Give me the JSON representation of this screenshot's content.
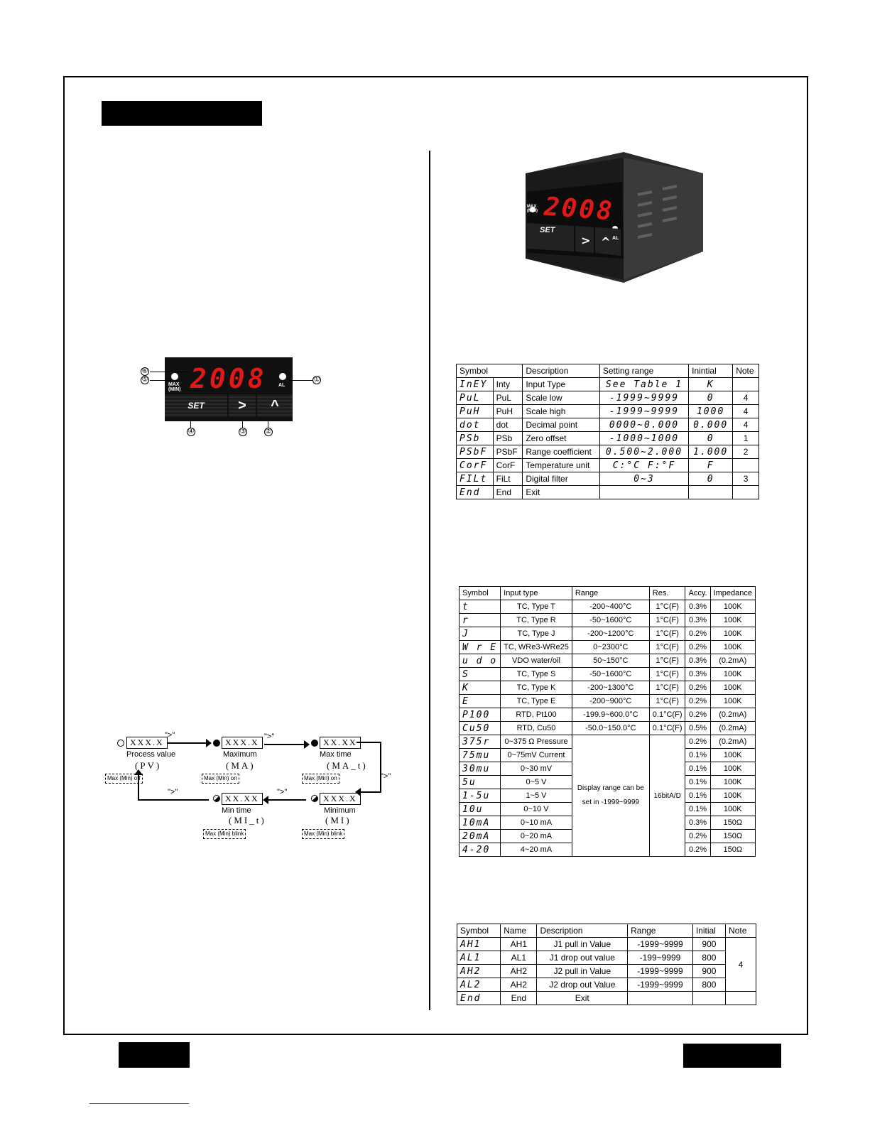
{
  "panel": {
    "display": "2008",
    "max_min_label": "MAX\n(MIN)",
    "al_label": "AL",
    "set_label": "SET",
    "shift_label": ">",
    "up_label": "^",
    "callouts": [
      "①",
      "②",
      "③",
      "④",
      "⑤",
      "⑥"
    ]
  },
  "device_photo": {
    "display": "2008",
    "max_min_label": "MAX\n(MIN)",
    "al_label": "AL",
    "set_label": "SET"
  },
  "param_table": {
    "headers": [
      "Symbol",
      "",
      "Description",
      "Setting range",
      "Inintial",
      "Note"
    ],
    "rows": [
      {
        "seg": "InEY",
        "name": "Inty",
        "desc": "Input Type",
        "range": "See Table 1",
        "init": "K",
        "note": ""
      },
      {
        "seg": "PuL",
        "name": "PuL",
        "desc": "Scale low",
        "range": "-1999~9999",
        "init": "0",
        "note": "4"
      },
      {
        "seg": "PuH",
        "name": "PuH",
        "desc": "Scale high",
        "range": "-1999~9999",
        "init": "1000",
        "note": "4"
      },
      {
        "seg": "dot",
        "name": "dot",
        "desc": "Decimal point",
        "range": "0000~0.000",
        "init": "0.000",
        "note": "4"
      },
      {
        "seg": "PSb",
        "name": "PSb",
        "desc": "Zero offset",
        "range": "-1000~1000",
        "init": "0",
        "note": "1"
      },
      {
        "seg": "PSbF",
        "name": "PSbF",
        "desc": "Range coefficient",
        "range": "0.500~2.000",
        "init": "1.000",
        "note": "2"
      },
      {
        "seg": "CorF",
        "name": "CorF",
        "desc": "Temperature unit",
        "range": "C:°C  F:°F",
        "init": "F",
        "note": ""
      },
      {
        "seg": "FILt",
        "name": "FiLt",
        "desc": "Digital filter",
        "range": "0~3",
        "init": "0",
        "note": "3"
      },
      {
        "seg": "End",
        "name": "End",
        "desc": "Exit",
        "range": "",
        "init": "",
        "note": ""
      }
    ]
  },
  "input_table": {
    "headers": [
      "Symbol",
      "Input type",
      "Range",
      "Res.",
      "Accy.",
      "Impedance"
    ],
    "rows": [
      {
        "seg": "t",
        "type": "TC, Type T",
        "range": "-200~400°C",
        "res": "1°C(F)",
        "acc": "0.3%",
        "imp": "100K"
      },
      {
        "seg": "r",
        "type": "TC, Type R",
        "range": "-50~1600°C",
        "res": "1°C(F)",
        "acc": "0.3%",
        "imp": "100K"
      },
      {
        "seg": "J",
        "type": "TC, Type J",
        "range": "-200~1200°C",
        "res": "1°C(F)",
        "acc": "0.2%",
        "imp": "100K"
      },
      {
        "seg": "W r E",
        "type": "TC, WRe3-WRe25",
        "range": "0~2300°C",
        "res": "1°C(F)",
        "acc": "0.2%",
        "imp": "100K"
      },
      {
        "seg": "u d o",
        "type": "VDO water/oil",
        "range": "50~150°C",
        "res": "1°C(F)",
        "acc": "0.3%",
        "imp": "(0.2mA)"
      },
      {
        "seg": "S",
        "type": "TC, Type S",
        "range": "-50~1600°C",
        "res": "1°C(F)",
        "acc": "0.3%",
        "imp": "100K"
      },
      {
        "seg": "K",
        "type": "TC, Type K",
        "range": "-200~1300°C",
        "res": "1°C(F)",
        "acc": "0.2%",
        "imp": "100K"
      },
      {
        "seg": "E",
        "type": "TC, Type E",
        "range": "-200~900°C",
        "res": "1°C(F)",
        "acc": "0.2%",
        "imp": "100K"
      },
      {
        "seg": "P100",
        "type": "RTD, Pt100",
        "range": "-199.9~600.0°C",
        "res": "0.1°C(F)",
        "acc": "0.2%",
        "imp": "(0.2mA)"
      },
      {
        "seg": "Cu50",
        "type": "RTD, Cu50",
        "range": "-50.0~150.0°C",
        "res": "0.1°C(F)",
        "acc": "0.5%",
        "imp": "(0.2mA)"
      }
    ],
    "range_rows": [
      {
        "seg": "375r",
        "type": "0~375 Ω Pressure",
        "acc": "0.2%",
        "imp": "(0.2mA)"
      },
      {
        "seg": "75mu",
        "type": "0~75mV Current",
        "acc": "0.1%",
        "imp": "100K"
      },
      {
        "seg": "30mu",
        "type": "0~30 mV",
        "acc": "0.1%",
        "imp": "100K"
      },
      {
        "seg": "5u",
        "type": "0~5 V",
        "acc": "0.1%",
        "imp": "100K"
      },
      {
        "seg": "1-5u",
        "type": "1~5 V",
        "acc": "0.1%",
        "imp": "100K"
      },
      {
        "seg": "10u",
        "type": "0~10 V",
        "acc": "0.1%",
        "imp": "100K"
      },
      {
        "seg": "10mA",
        "type": "0~10 mA",
        "acc": "0.3%",
        "imp": "150Ω"
      },
      {
        "seg": "20mA",
        "type": "0~20 mA",
        "acc": "0.2%",
        "imp": "150Ω"
      },
      {
        "seg": "4-20",
        "type": "4~20 mA",
        "acc": "0.2%",
        "imp": "150Ω"
      }
    ],
    "merged_range": "Display range can be set in -1999~9999",
    "merged_res": "16bitA/D"
  },
  "alarm_table": {
    "headers": [
      "Symbol",
      "Name",
      "Description",
      "Range",
      "Initial",
      "Note"
    ],
    "rows": [
      {
        "seg": "AH1",
        "name": "AH1",
        "desc": "J1 pull in Value",
        "range": "-1999~9999",
        "init": "900"
      },
      {
        "seg": "AL1",
        "name": "AL1",
        "desc": "J1 drop out value",
        "range": "-199~9999",
        "init": "800"
      },
      {
        "seg": "AH2",
        "name": "AH2",
        "desc": "J2 pull in Value",
        "range": "-1999~9999",
        "init": "900"
      },
      {
        "seg": "AL2",
        "name": "AH2",
        "desc": "J2 drop out Value",
        "range": "-1999~9999",
        "init": "800"
      },
      {
        "seg": "End",
        "name": "End",
        "desc": "Exit",
        "range": "",
        "init": ""
      }
    ],
    "note": "4"
  },
  "flow": {
    "pv": {
      "box": "XXX.X",
      "title": "Process value",
      "sub": "(PV)",
      "state": "Max (Min) off"
    },
    "max": {
      "box": "XXX.X",
      "title": "Maximum",
      "sub": "(MA)",
      "state": "Max (Min) on"
    },
    "max_t": {
      "box": "XX.XX",
      "title": "Max time",
      "sub": "(MA_t)",
      "state": "Max (Min) on"
    },
    "min": {
      "box": "XXX.X",
      "title": "Minimum",
      "sub": "(MI)",
      "state": "Max (Min) blink"
    },
    "min_t": {
      "box": "XX.XX",
      "title": "Min time",
      "sub": "(MI_t)",
      "state": "Max (Min) blink"
    },
    "key": "\">\""
  }
}
